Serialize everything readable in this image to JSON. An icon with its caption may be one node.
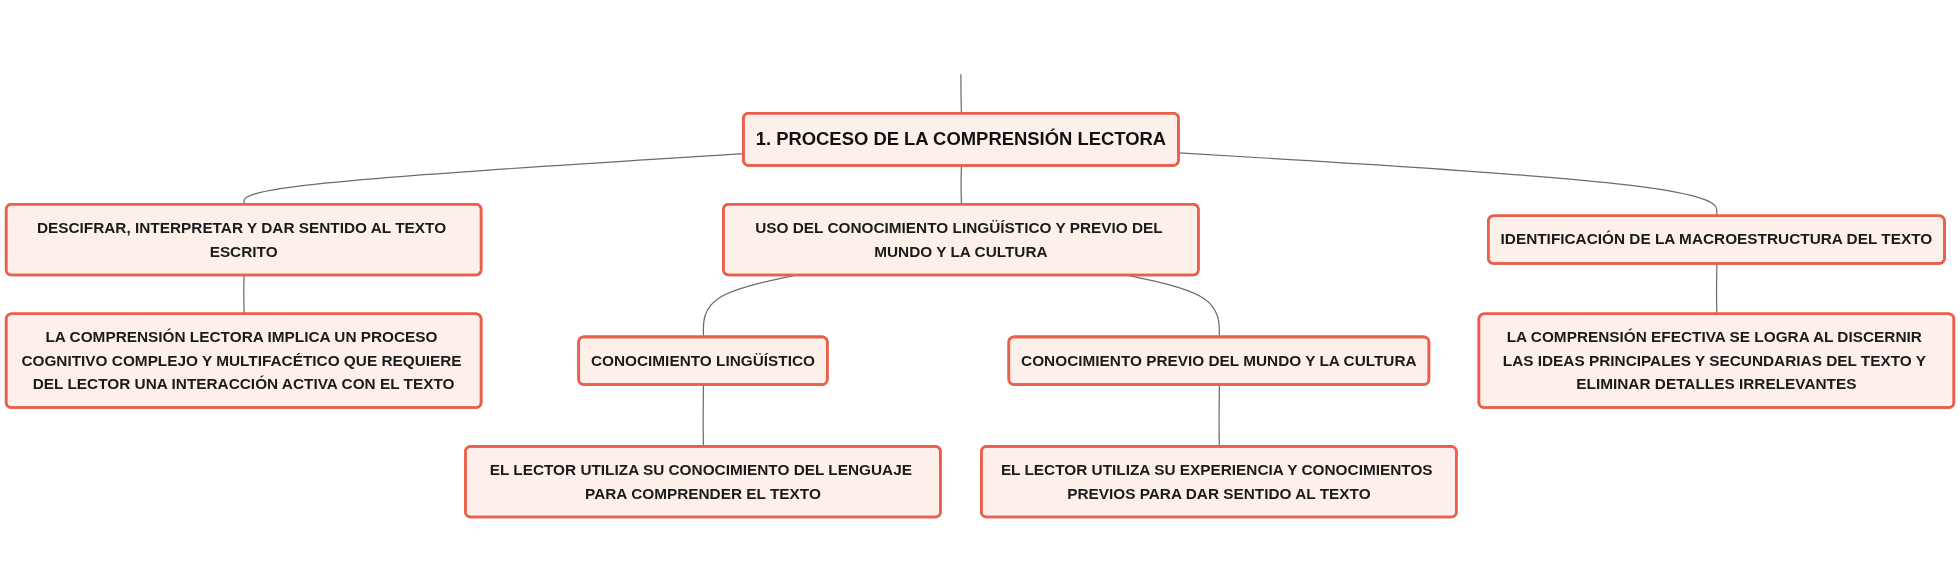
{
  "diagram": {
    "nodes": [
      {
        "text": [
          "1. PROCESO DE LA COMPRENSIÓN LECTORA"
        ]
      },
      {
        "text": [
          "DESCIFRAR, INTERPRETAR Y DAR SENTIDO AL TEXTO ESCRITO"
        ]
      },
      {
        "text": [
          "USO DEL CONOCIMIENTO LINGÜÍSTICO Y PREVIO DEL MUNDO Y LA CULTURA"
        ]
      },
      {
        "text": [
          "IDENTIFICACIÓN DE LA MACROESTRUCTURA DEL TEXTO"
        ]
      },
      {
        "text": [
          "LA COMPRENSIÓN LECTORA IMPLICA UN PROCESO COGNITIVO COMPLEJO Y MULTIFACÉTICO QUE REQUIERE DEL LECTOR UNA INTERACCIÓN ACTIVA CON EL TEXTO"
        ]
      },
      {
        "text": [
          "CONOCIMIENTO LINGÜÍSTICO"
        ]
      },
      {
        "text": [
          "CONOCIMIENTO PREVIO DEL MUNDO Y LA CULTURA"
        ]
      },
      {
        "text": [
          "LA COMPRENSIÓN EFECTIVA SE LOGRA AL DISCERNIR LAS IDEAS PRINCIPALES Y SECUNDARIAS DEL TEXTO Y ELIMINAR DETALLES IRRELEVANTES"
        ]
      },
      {
        "text": [
          "EL LECTOR UTILIZA SU CONOCIMIENTO DEL LENGUAJE PARA COMPRENDER EL TEXTO"
        ]
      },
      {
        "text": [
          "EL LECTOR UTILIZA SU EXPERIENCIA Y CONOCIMIENTOS PREVIOS PARA DAR SENTIDO AL TEXTO"
        ]
      }
    ],
    "edges": [
      {
        "from": null,
        "to": 0,
        "arrow": "none"
      },
      {
        "from": 0,
        "to": 1,
        "arrow": "none"
      },
      {
        "from": 0,
        "to": 2,
        "arrow": "none"
      },
      {
        "from": 0,
        "to": 3,
        "arrow": "none"
      },
      {
        "from": 1,
        "to": 4,
        "arrow": "none"
      },
      {
        "from": 2,
        "to": 5,
        "arrow": "none"
      },
      {
        "from": 2,
        "to": 6,
        "arrow": "none"
      },
      {
        "from": 3,
        "to": 7,
        "arrow": "none"
      },
      {
        "from": 5,
        "to": 8,
        "arrow": "none"
      },
      {
        "from": 6,
        "to": 9,
        "arrow": "none"
      }
    ]
  }
}
